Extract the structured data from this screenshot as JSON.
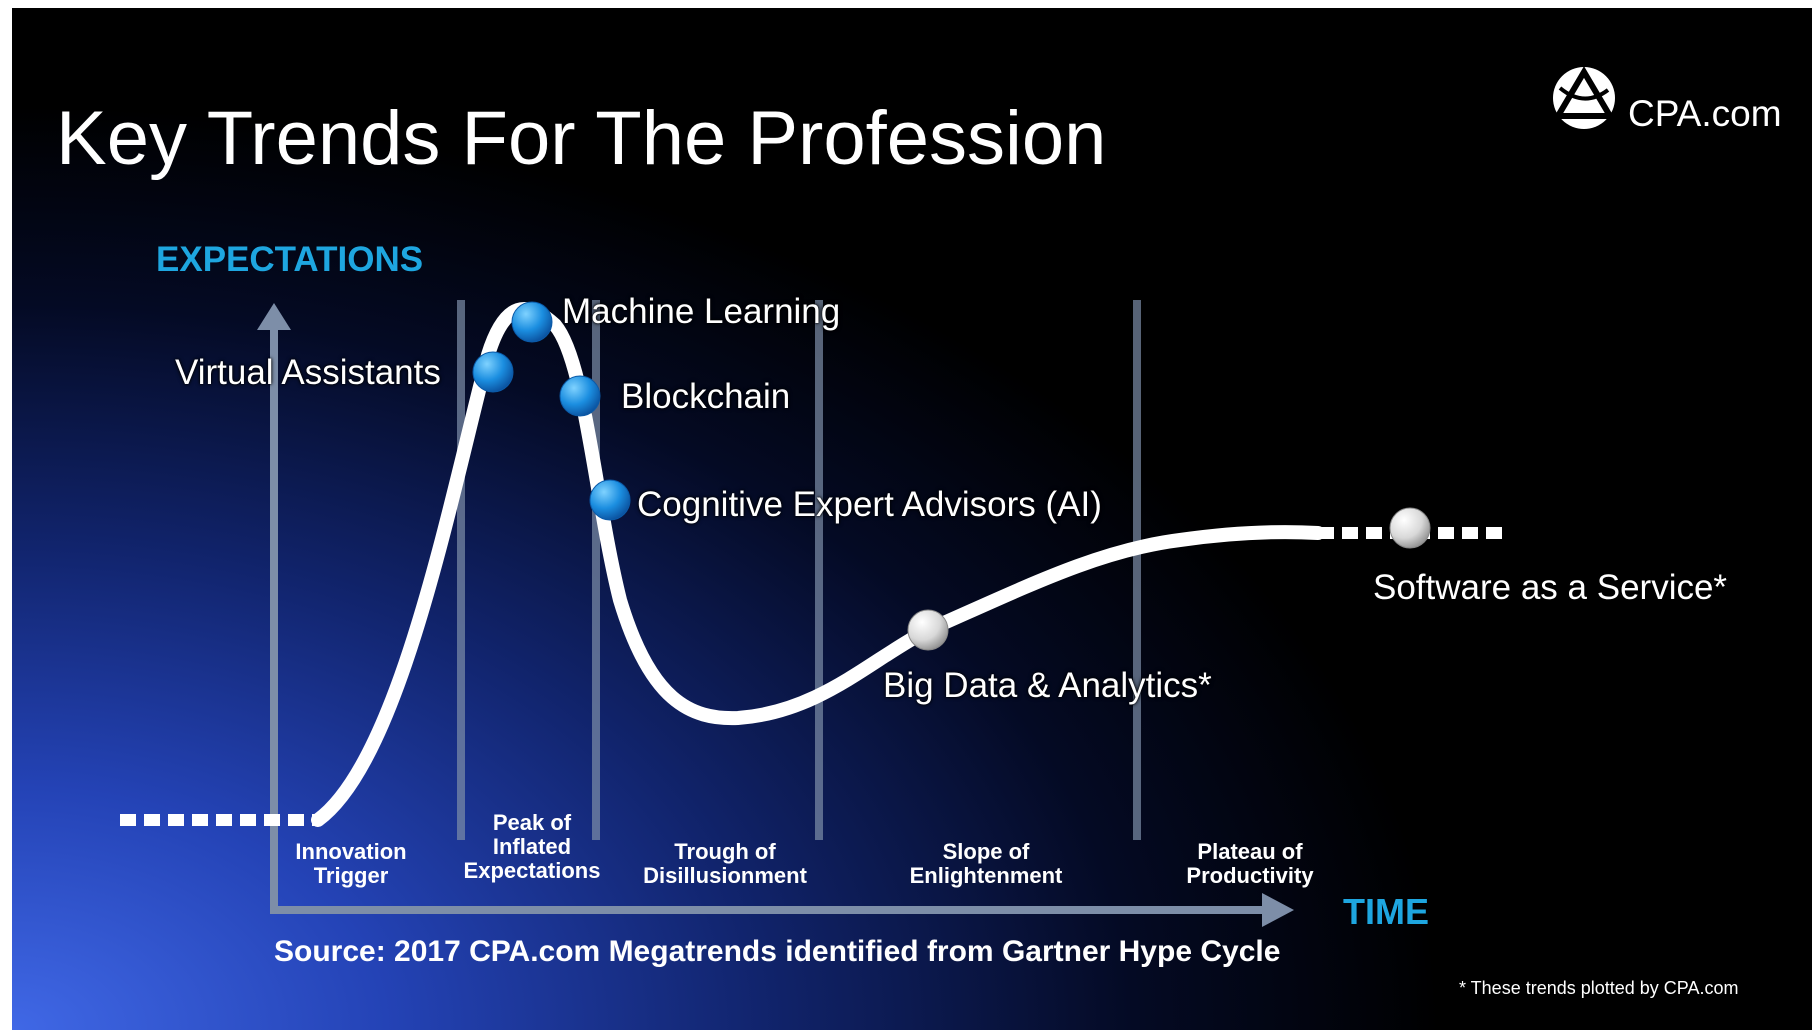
{
  "slide": {
    "title": "Key Trends For The Profession",
    "logo_text": "CPA.com"
  },
  "axes": {
    "y_label": "EXPECTATIONS",
    "x_label": "TIME"
  },
  "phases": [
    {
      "lines": [
        "Innovation",
        "Trigger"
      ]
    },
    {
      "lines": [
        "Peak of",
        "Inflated",
        "Expectations"
      ]
    },
    {
      "lines": [
        "Trough of",
        "Disillusionment"
      ]
    },
    {
      "lines": [
        "Slope of",
        "Enlightenment"
      ]
    },
    {
      "lines": [
        "Plateau of",
        "Productivity"
      ]
    }
  ],
  "technologies": [
    {
      "label": "Machine Learning",
      "kind": "blue"
    },
    {
      "label": "Virtual Assistants",
      "kind": "blue"
    },
    {
      "label": "Blockchain",
      "kind": "blue"
    },
    {
      "label": "Cognitive Expert Advisors (AI)",
      "kind": "blue"
    },
    {
      "label": "Big Data & Analytics*",
      "kind": "white"
    },
    {
      "label": "Software as a Service*",
      "kind": "white"
    }
  ],
  "source": "Source: 2017 CPA.com Megatrends identified from Gartner Hype Cycle",
  "footnote": "* These trends plotted by CPA.com",
  "colors": {
    "accent_blue": "#1ea6e0",
    "marker_blue": "#1b8ee0",
    "marker_white": "#dcdcdc",
    "curve": "#ffffff",
    "axis": "#7d8ea8"
  }
}
